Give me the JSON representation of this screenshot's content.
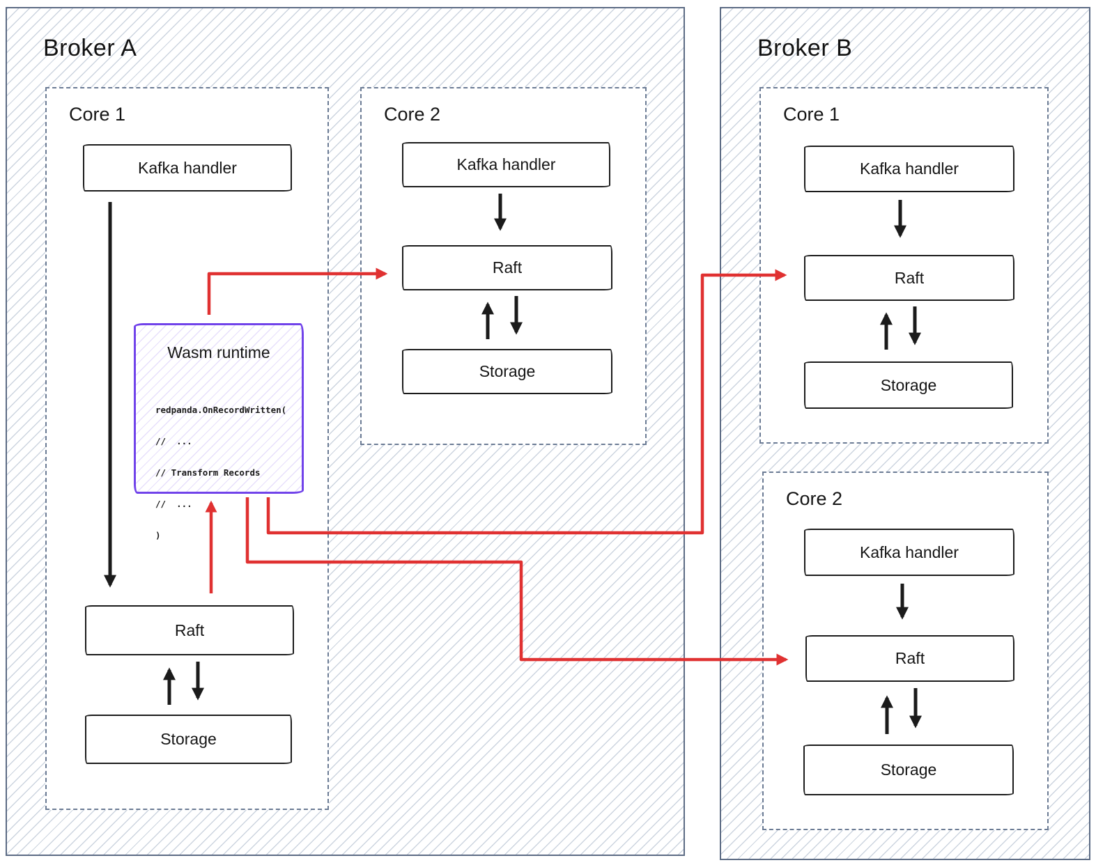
{
  "colors": {
    "arrow_red": "#e03131",
    "wasm_purple": "#7143ea",
    "frame": "#5c6b84",
    "dash": "#6b7b94",
    "sketch": "#1b1b1b"
  },
  "broker_a": {
    "title": "Broker A",
    "core1": {
      "title": "Core 1",
      "kafka": "Kafka handler",
      "raft": "Raft",
      "storage": "Storage"
    },
    "core2": {
      "title": "Core 2",
      "kafka": "Kafka handler",
      "raft": "Raft",
      "storage": "Storage"
    }
  },
  "broker_b": {
    "title": "Broker B",
    "core1": {
      "title": "Core 1",
      "kafka": "Kafka handler",
      "raft": "Raft",
      "storage": "Storage"
    },
    "core2": {
      "title": "Core 2",
      "kafka": "Kafka handler",
      "raft": "Raft",
      "storage": "Storage"
    }
  },
  "wasm": {
    "title": "Wasm runtime",
    "code": [
      "redpanda.OnRecordWritten(",
      "//  ...",
      "// Transform Records",
      "//  ...",
      ")"
    ]
  }
}
